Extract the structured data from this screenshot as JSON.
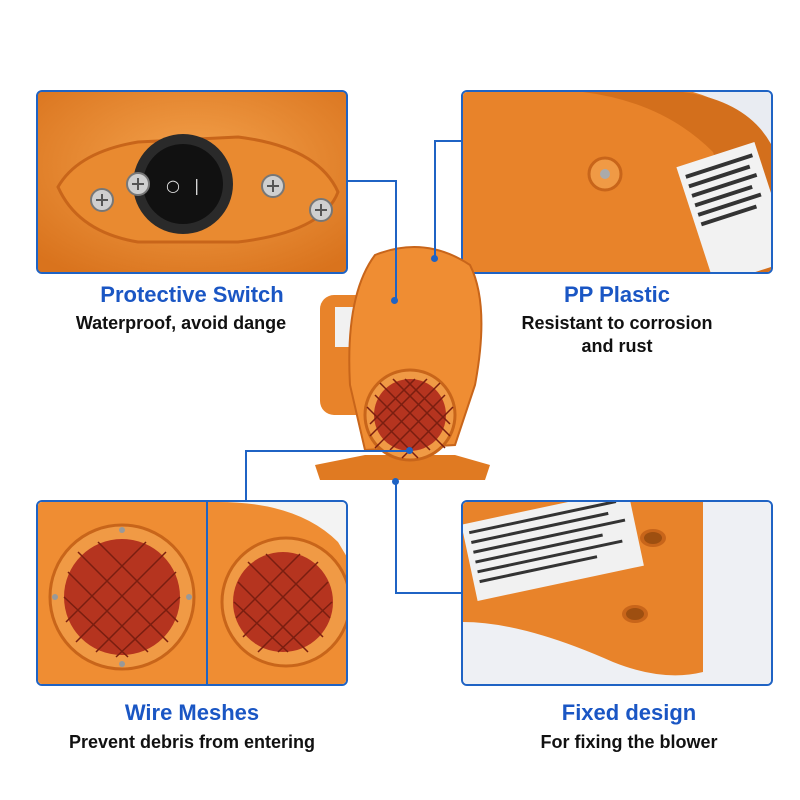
{
  "features": [
    {
      "id": "switch",
      "title": "Protective Switch",
      "description": "Waterproof, avoid dange"
    },
    {
      "id": "plastic",
      "title": "PP Plastic",
      "description_lines": [
        "Resistant to corrosion",
        "and rust"
      ]
    },
    {
      "id": "mesh",
      "title": "Wire Meshes",
      "description": "Prevent debris from entering"
    },
    {
      "id": "fixed",
      "title": "Fixed design",
      "description": "For fixing the blower"
    }
  ],
  "colors": {
    "accent": "#1f63c4",
    "title_blue": "#1a56c4",
    "product_orange": "#e8832a",
    "mesh_red": "#c0392b"
  },
  "icons": [
    "power-switch-icon",
    "screw-icon",
    "wire-mesh-icon",
    "mounting-hole-icon"
  ]
}
